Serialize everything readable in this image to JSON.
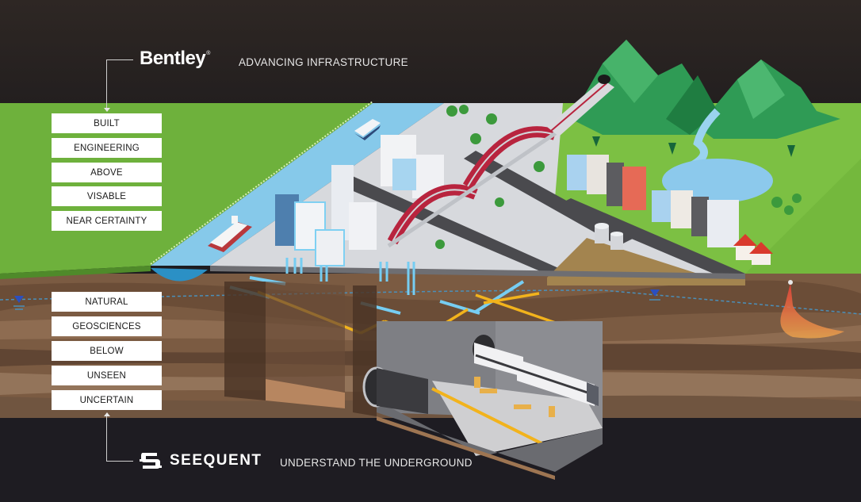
{
  "header": {
    "brand": "Bentley",
    "brand_mark": "®",
    "tagline": "ADVANCING INFRASTRUCTURE"
  },
  "footer": {
    "brand": "SEEQUENT",
    "brand_icon": "seequent-s-logo",
    "tagline": "UNDERSTAND THE UNDERGROUND"
  },
  "above_ground_labels": [
    {
      "label": "BUILT"
    },
    {
      "label": "ENGINEERING"
    },
    {
      "label": "ABOVE"
    },
    {
      "label": "VISABLE"
    },
    {
      "label": "NEAR CERTAINTY"
    }
  ],
  "below_ground_labels": [
    {
      "label": "NATURAL"
    },
    {
      "label": "GEOSCIENCES"
    },
    {
      "label": "BELOW"
    },
    {
      "label": "UNSEEN"
    },
    {
      "label": "UNCERTAIN"
    }
  ],
  "scene": {
    "elements": [
      "river",
      "cargo-ship",
      "boat",
      "skyscrapers",
      "arch-bridge",
      "elevated-rail",
      "mountain-tunnel",
      "mountains",
      "waterfall",
      "lake",
      "trees",
      "townhouses",
      "red-roof-houses",
      "water-tanks",
      "underground-pipes",
      "utility-conduits",
      "foundation-piles",
      "subway-tunnel",
      "subway-station",
      "subway-train",
      "water-table-markers",
      "contaminant-plume",
      "soil-strata"
    ]
  },
  "colors": {
    "sky_dark": "#2a2421",
    "bottom_dark": "#1e1c22",
    "grass": "#6fb23d",
    "water": "#7cc3e8",
    "soil_light": "#8a6a4e",
    "soil_dark": "#5e4431",
    "pipe_yellow": "#f2b31c",
    "conduit_blue": "#6fc5ea",
    "bridge_red": "#b0263e",
    "mountain_green": "#2e9a52",
    "plume_red": "#e94a3a",
    "plume_orange": "#e99a4a"
  }
}
